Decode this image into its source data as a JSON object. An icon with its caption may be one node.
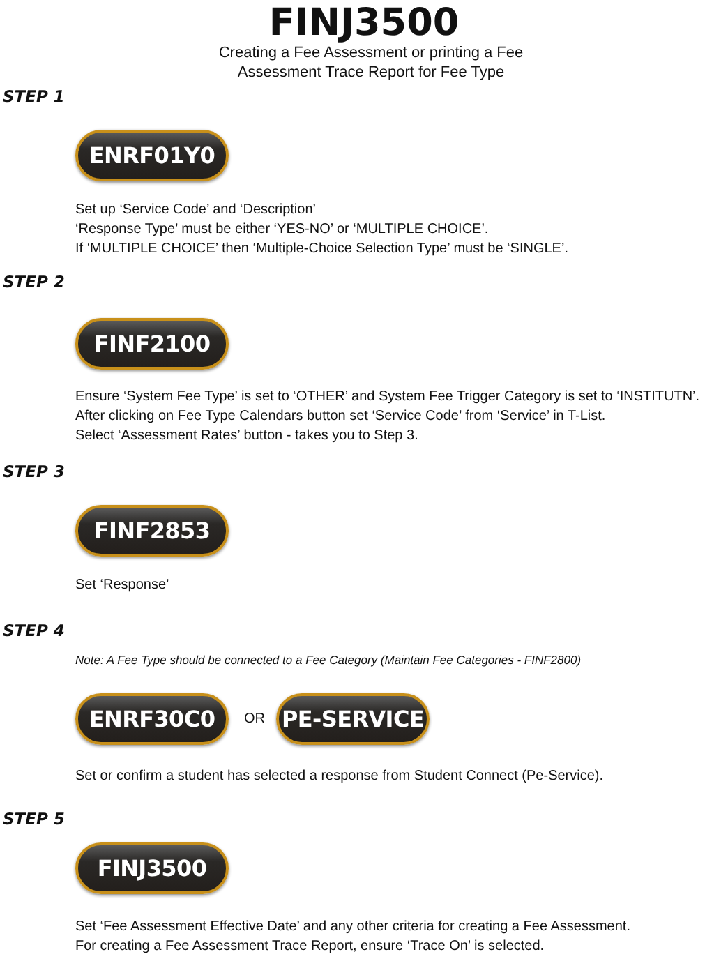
{
  "diagram": {
    "title": "FINJ3500",
    "nodes": [
      {
        "text": [
          "ENRF01Y0"
        ],
        "beside": [
          "Set up ‘Service Code’ and ‘Description’",
          "‘Response Type’  must be either ‘YES-NO’ or ‘MULTIPLE CHOICE’.",
          "If  ‘MULTIPLE CHOICE’  then ‘Multiple-Choice Selection Type’ must be ‘SINGLE’."
        ]
      },
      {
        "text": [
          "FINF2100"
        ],
        "beside": [
          "Ensure ‘System Fee Type’ is set to ‘OTHER’ and System Fee Trigger Category is set to ‘INSTITUTN’.",
          "After clicking on Fee Type Calendars button set ‘Service Code’  from ‘Service’ in T-List.",
          "Select ‘Assessment Rates’ button - takes you to Step 3."
        ]
      },
      {
        "text": [
          "FINF2853"
        ],
        "beside": [
          "Set ‘Response’"
        ]
      },
      {
        "text": [
          "ENRF30C0"
        ]
      },
      {
        "text": [
          "PE-SERVICE"
        ],
        "beside": [
          "Set or confirm a student has selected a response from Student Connect (Pe-Service)."
        ]
      },
      {
        "text": [
          "FINJ3500"
        ],
        "beside": [
          "Set ‘Fee Assessment Effective Date’ and any other criteria for creating a Fee Assessment.",
          "For creating a Fee Assessment Trace Report, ensure ‘Trace On’ is selected."
        ]
      }
    ],
    "labels": [
      "Creating a Fee Assessment or printing a Fee Assessment Trace Report for Fee Type",
      "STEP 1",
      "STEP 2",
      "STEP 3",
      "STEP 4",
      "Note: A Fee Type should be connected to a Fee Category (Maintain Fee Categories - FINF2800)",
      "OR",
      "STEP 5"
    ]
  }
}
